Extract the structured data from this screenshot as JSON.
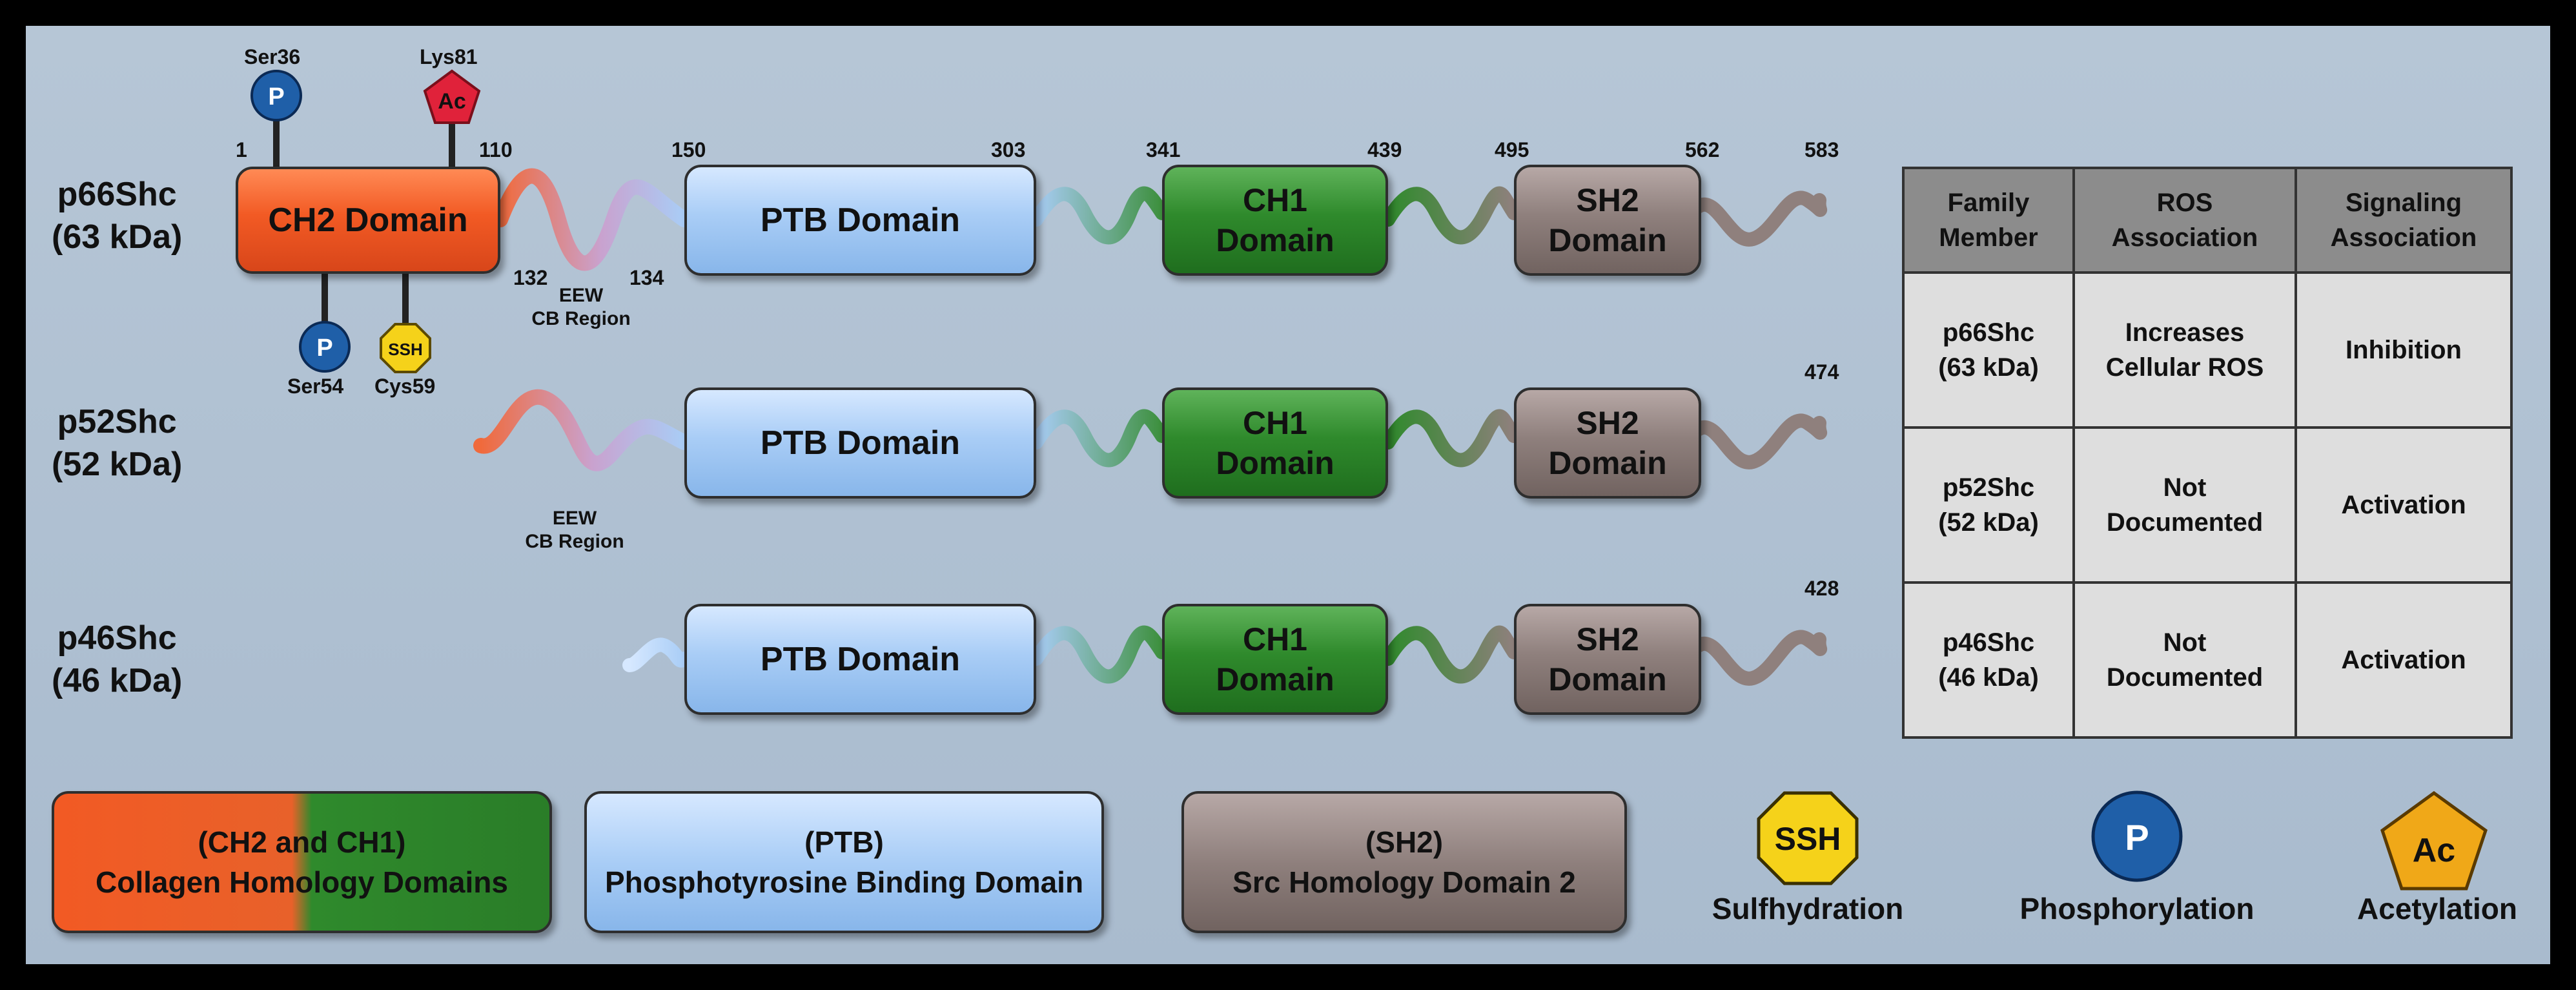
{
  "proteins": [
    {
      "name": "p66Shc",
      "size": "(63 kDa)"
    },
    {
      "name": "p52Shc",
      "size": "(52 kDa)"
    },
    {
      "name": "p46Shc",
      "size": "(46 kDa)"
    }
  ],
  "domains": {
    "ch2": "CH2 Domain",
    "ptb": "PTB Domain",
    "ch1": "CH1\nDomain",
    "sh2": "SH2\nDomain"
  },
  "positions": {
    "p66": [
      "1",
      "110",
      "150",
      "303",
      "341",
      "439",
      "495",
      "562",
      "583"
    ],
    "eew_start": "132",
    "eew_end": "134",
    "p52_end": "474",
    "p46_end": "428"
  },
  "region_label": "EEW\nCB Region",
  "modifications": [
    {
      "site": "Ser36",
      "mark": "P",
      "type": "phosphorylation"
    },
    {
      "site": "Lys81",
      "mark": "Ac",
      "type": "acetylation"
    },
    {
      "site": "Ser54",
      "mark": "P",
      "type": "phosphorylation"
    },
    {
      "site": "Cys59",
      "mark": "SSH",
      "type": "sulfhydration"
    }
  ],
  "table": {
    "headers": [
      "Family\nMember",
      "ROS\nAssociation",
      "Signaling\nAssociation"
    ],
    "rows": [
      [
        "p66Shc\n(63 kDa)",
        "Increases\nCellular ROS",
        "Inhibition"
      ],
      [
        "p52Shc\n(52 kDa)",
        "Not\nDocumented",
        "Activation"
      ],
      [
        "p46Shc\n(46 kDa)",
        "Not\nDocumented",
        "Activation"
      ]
    ]
  },
  "legend": {
    "ch": "(CH2 and CH1)\nCollagen Homology Domains",
    "ptb": "(PTB)\nPhosphotyrosine Binding Domain",
    "sh2": "(SH2)\nSrc Homology Domain 2",
    "sulf_mark": "SSH",
    "sulf_label": "Sulfhydration",
    "phos_mark": "P",
    "phos_label": "Phosphorylation",
    "acet_mark": "Ac",
    "acet_label": "Acetylation"
  },
  "colors": {
    "ch2": "#f25a24",
    "ptb": "#a9cdf6",
    "ch1": "#2f8a2c",
    "sh2": "#8f807d",
    "phospho": "#1f5fa8",
    "acetyl_red": "#e0223a",
    "acetyl_gold": "#f0a818",
    "sulf": "#f5d21a",
    "background": "#b0c2d4"
  }
}
